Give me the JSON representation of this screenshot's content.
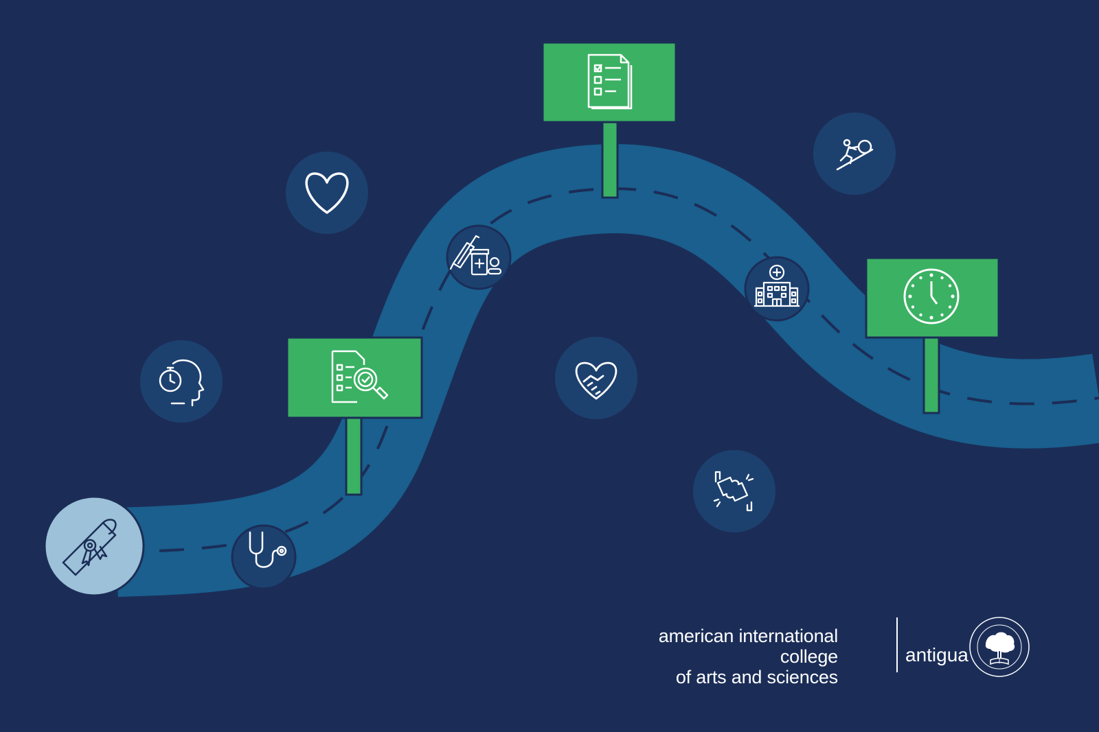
{
  "colors": {
    "background": "#1b2d57",
    "road": "#1a5f8e",
    "road_dash": "#1b2d57",
    "milestone_green": "#3bb163",
    "icon_circle": "#1d416f",
    "start_circle": "#9cc1d8",
    "line_white": "#ffffff"
  },
  "milestones": [
    {
      "id": "checklist-sign",
      "icon": "checklist-icon"
    },
    {
      "id": "review-sign",
      "icon": "document-search-icon"
    },
    {
      "id": "deadline-sign",
      "icon": "clock-icon"
    }
  ],
  "stops": [
    {
      "id": "start",
      "icon": "diploma-scroll-icon"
    },
    {
      "id": "stethoscope",
      "icon": "stethoscope-icon"
    },
    {
      "id": "medicine",
      "icon": "syringe-medicine-icon"
    },
    {
      "id": "hospital",
      "icon": "hospital-icon"
    }
  ],
  "floating_icons": [
    {
      "id": "heart",
      "icon": "heart-icon"
    },
    {
      "id": "mind-timer",
      "icon": "head-stopwatch-icon"
    },
    {
      "id": "care",
      "icon": "heart-handshake-icon"
    },
    {
      "id": "effort",
      "icon": "climbing-boulder-icon"
    },
    {
      "id": "teamwork",
      "icon": "puzzle-hands-icon"
    }
  ],
  "brand": {
    "name_line1": "american international college",
    "name_line2": "of arts and sciences",
    "place": "antigua",
    "seal_icon": "college-seal-icon"
  }
}
